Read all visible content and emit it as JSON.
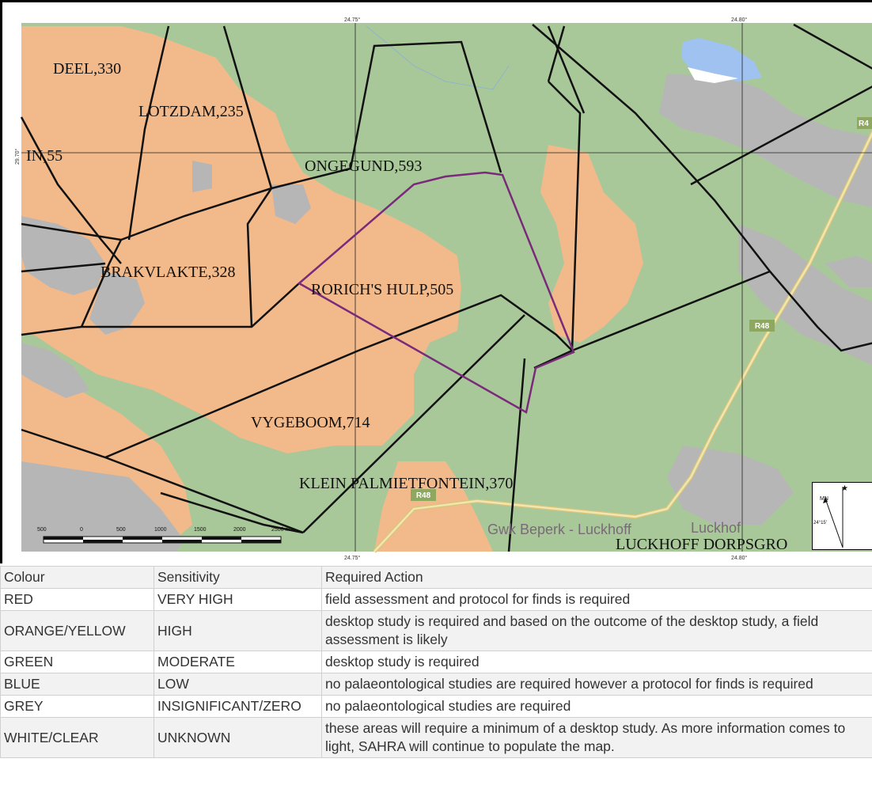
{
  "map": {
    "coords": {
      "top_left_lon": "24.75°",
      "top_right_lon": "24.80°",
      "bottom_left_lon": "24.75°",
      "bottom_right_lon": "24.80°",
      "lat_left": "29.70°"
    },
    "farms": [
      "DEEL,330",
      "LOTZDAM,235",
      "IN,55",
      "ONGEGUND,593",
      "BRAKVLAKTE,328",
      "RORICH'S HULP,505",
      "VYGEBOOM,714",
      "KLEIN PALMIETFONTEIN,370",
      "LUCKHOFF DORPSGRO"
    ],
    "road_shields": [
      "R48",
      "R48",
      "R4"
    ],
    "places": [
      "Gwk Beperk - Luckhoff",
      "Luckhof"
    ],
    "scale_bar": {
      "labels": [
        "500",
        "0",
        "500",
        "1000",
        "1500",
        "2000",
        "2500 m"
      ]
    },
    "north_arrow": {
      "label": "MN",
      "declination": "24°15'"
    },
    "colors": {
      "green": "#a9c89a",
      "orange": "#f2b98a",
      "grey": "#b6b6b6",
      "blue": "#9fc2f0",
      "boundary": "#111111",
      "site_outline": "#7a2a7a",
      "road": "#e8d79a"
    }
  },
  "legend_table": {
    "headers": [
      "Colour",
      "Sensitivity",
      "Required Action"
    ],
    "rows": [
      [
        "RED",
        "VERY HIGH",
        "field assessment and protocol for finds is required"
      ],
      [
        "ORANGE/YELLOW",
        "HIGH",
        "desktop study is required and based on the outcome of the desktop study, a field assessment is likely"
      ],
      [
        "GREEN",
        "MODERATE",
        "desktop study is required"
      ],
      [
        "BLUE",
        "LOW",
        "no palaeontological studies are required however a protocol for finds is required"
      ],
      [
        "GREY",
        "INSIGNIFICANT/ZERO",
        "no palaeontological studies are required"
      ],
      [
        "WHITE/CLEAR",
        "UNKNOWN",
        "these areas will require a minimum of a desktop study. As more information comes to light, SAHRA will continue to populate the map."
      ]
    ]
  }
}
